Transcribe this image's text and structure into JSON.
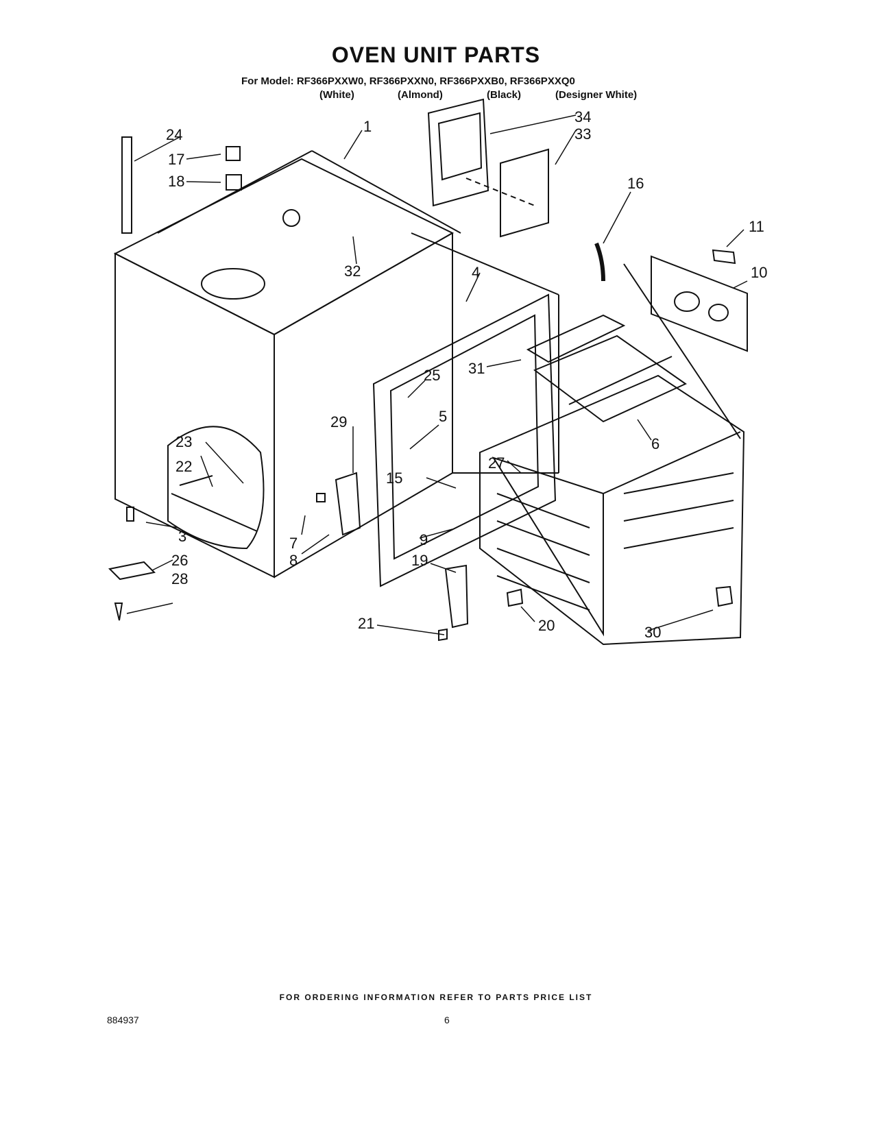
{
  "title": "OVEN UNIT PARTS",
  "models_line": "For Model: RF366PXXW0, RF366PXXN0, RF366PXXB0,   RF366PXXQ0",
  "colors": [
    "(White)",
    "(Almond)",
    "(Black)",
    "(Designer White)"
  ],
  "part_labels": [
    "1",
    "3",
    "4",
    "5",
    "6",
    "7",
    "8",
    "9",
    "10",
    "11",
    "15",
    "16",
    "17",
    "18",
    "19",
    "20",
    "21",
    "22",
    "23",
    "24",
    "25",
    "26",
    "27",
    "28",
    "29",
    "30",
    "31",
    "32",
    "33",
    "34"
  ],
  "footer": "FOR ORDERING INFORMATION REFER TO PARTS PRICE LIST",
  "doc_number": "884937",
  "page_number": "6"
}
